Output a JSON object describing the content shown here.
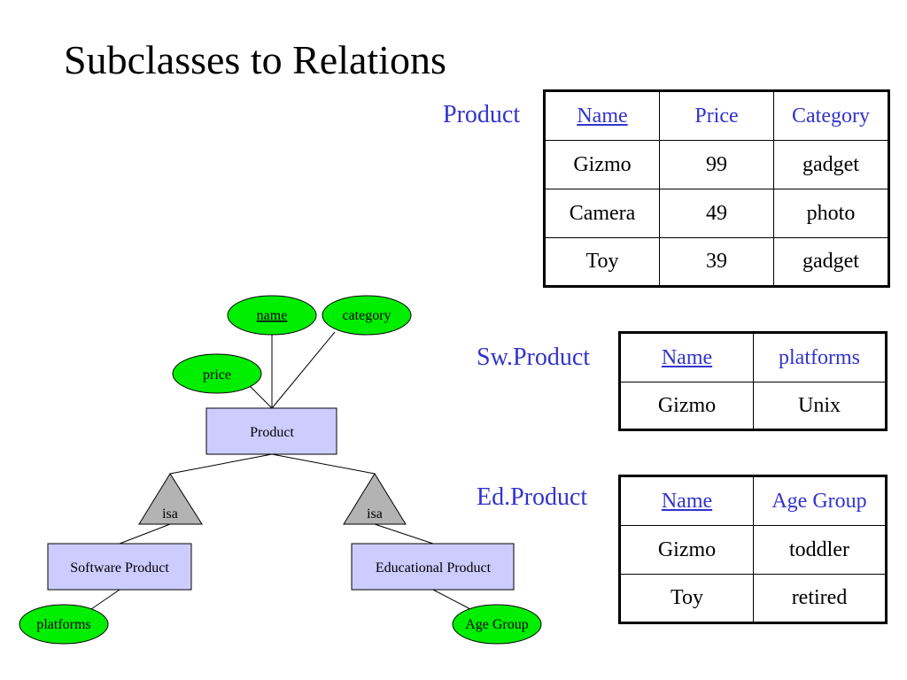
{
  "title": "Subclasses to Relations",
  "diagram": {
    "product": "Product",
    "software_product": "Software Product",
    "educational_product": "Educational Product",
    "isa_left": "isa",
    "isa_right": "isa",
    "attr_name": "name",
    "attr_category": "category",
    "attr_price": "price",
    "attr_platforms": "platforms",
    "attr_age_group": "Age Group",
    "colors": {
      "entity_fill": "#ccccff",
      "attribute_fill": "#00ee00",
      "isa_fill": "#b3b3b3",
      "label_blue": "#3333cc"
    }
  },
  "tables": {
    "product": {
      "label": "Product",
      "headers": [
        "Name",
        "Price",
        "Category"
      ],
      "rows": [
        [
          "Gizmo",
          "99",
          "gadget"
        ],
        [
          "Camera",
          "49",
          "photo"
        ],
        [
          "Toy",
          "39",
          "gadget"
        ]
      ]
    },
    "sw_product": {
      "label": "Sw.Product",
      "headers": [
        "Name",
        "platforms"
      ],
      "rows": [
        [
          "Gizmo",
          "Unix"
        ]
      ]
    },
    "ed_product": {
      "label": "Ed.Product",
      "headers": [
        "Name",
        "Age Group"
      ],
      "rows": [
        [
          "Gizmo",
          "toddler"
        ],
        [
          "Toy",
          "retired"
        ]
      ]
    }
  }
}
